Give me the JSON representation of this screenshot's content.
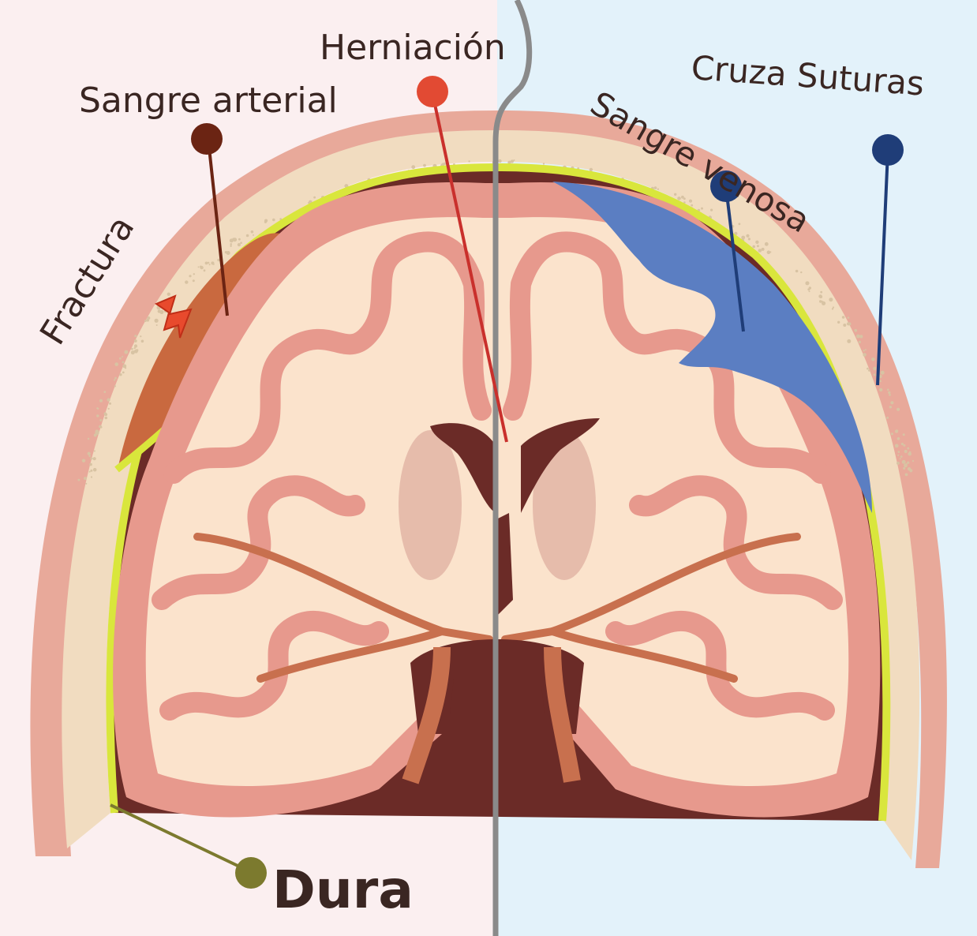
{
  "labels": {
    "herniation": "Herniación",
    "arterial_blood": "Sangre arterial",
    "fracture": "Fractura",
    "venous_blood": "Sangre venosa",
    "crosses_sutures": "Cruza Suturas",
    "dura": "Dura"
  },
  "colors": {
    "left_background": "#fbeff0",
    "right_background": "#e3f2fa",
    "skin": "#e8a99a",
    "skull": "#f1dcc0",
    "dura": "#d9e63c",
    "brain_white_matter": "#fbe3cc",
    "brain_gray_matter": "#e7998d",
    "dark_tissue": "#6b2b27",
    "arterial_blood": "#c9693f",
    "venous_blood": "#5b7ec2",
    "herniation_marker": "#e24a33",
    "arterial_marker": "#6b2413",
    "venous_marker": "#1f3d78",
    "dura_marker": "#7c7a2e",
    "midline": "#8a8a8a"
  },
  "icons": {
    "fracture": "lightning-bolt-icon"
  }
}
